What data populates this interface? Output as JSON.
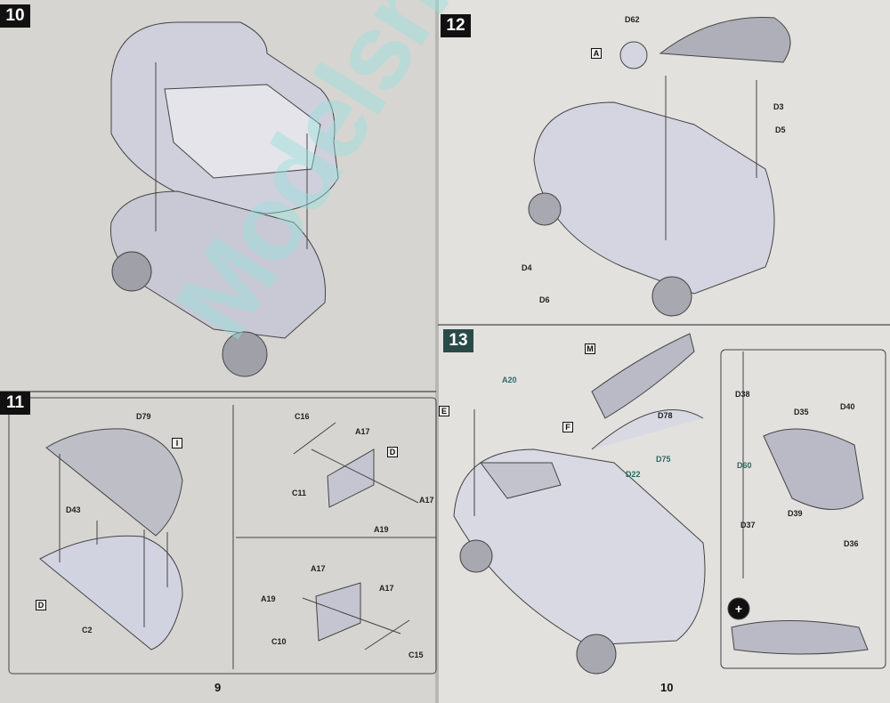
{
  "steps": {
    "s10": "10",
    "s11": "11",
    "s12": "12",
    "s13": "13"
  },
  "step11": {
    "labels": {
      "d79": "D79",
      "i": "I",
      "d43": "D43",
      "d": "D",
      "c2": "C2",
      "c16": "C16",
      "a17a": "A17",
      "d2": "D",
      "c11": "C11",
      "a17b": "A17",
      "a19a": "A19",
      "a17c": "A17",
      "a17d": "A17",
      "a19b": "A19",
      "c10": "C10",
      "c15": "C15"
    }
  },
  "step12": {
    "labels": {
      "d62": "D62",
      "a": "A",
      "d3": "D3",
      "d5": "D5",
      "d4": "D4",
      "d6": "D6"
    }
  },
  "step13": {
    "labels": {
      "m": "M",
      "a20": "A20",
      "e": "E",
      "f": "F",
      "d78": "D78",
      "d75": "D75",
      "d22": "D22",
      "d38": "D38",
      "d35": "D35",
      "d40": "D40",
      "d60": "D60",
      "d37": "D37",
      "d39": "D39",
      "d36": "D36"
    }
  },
  "page_numbers": {
    "left": "9",
    "right": "10"
  },
  "watermark": "Modelsnet"
}
